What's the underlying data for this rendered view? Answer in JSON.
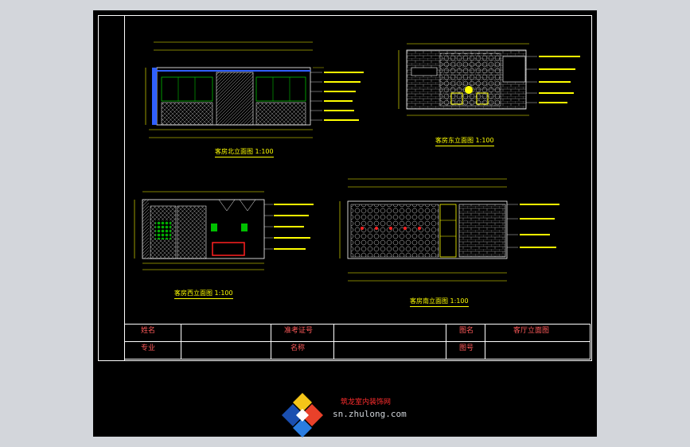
{
  "title_block": {
    "name_label": "姓名",
    "cert_label": "准考证号",
    "drawing_name_label": "图名",
    "drawing_name_value": "客厅立面图",
    "major_label": "专业",
    "score_label": "名称",
    "drawing_no_label": "图号"
  },
  "elevations": [
    {
      "caption": "客房北立面图 1:100"
    },
    {
      "caption": "客房东立面图 1:100"
    },
    {
      "caption": "客房西立面图 1:100"
    },
    {
      "caption": "客房南立面图 1:100"
    }
  ],
  "watermark": {
    "brand": "筑龙室内装饰网",
    "url": "sn.zhulong.com"
  },
  "colors": {
    "line": "#ffffff",
    "dim": "#ffff00",
    "accent_red": "#ff2020",
    "accent_green": "#00c000",
    "hatch": "#d0d0d0",
    "blue": "#3060ff"
  }
}
